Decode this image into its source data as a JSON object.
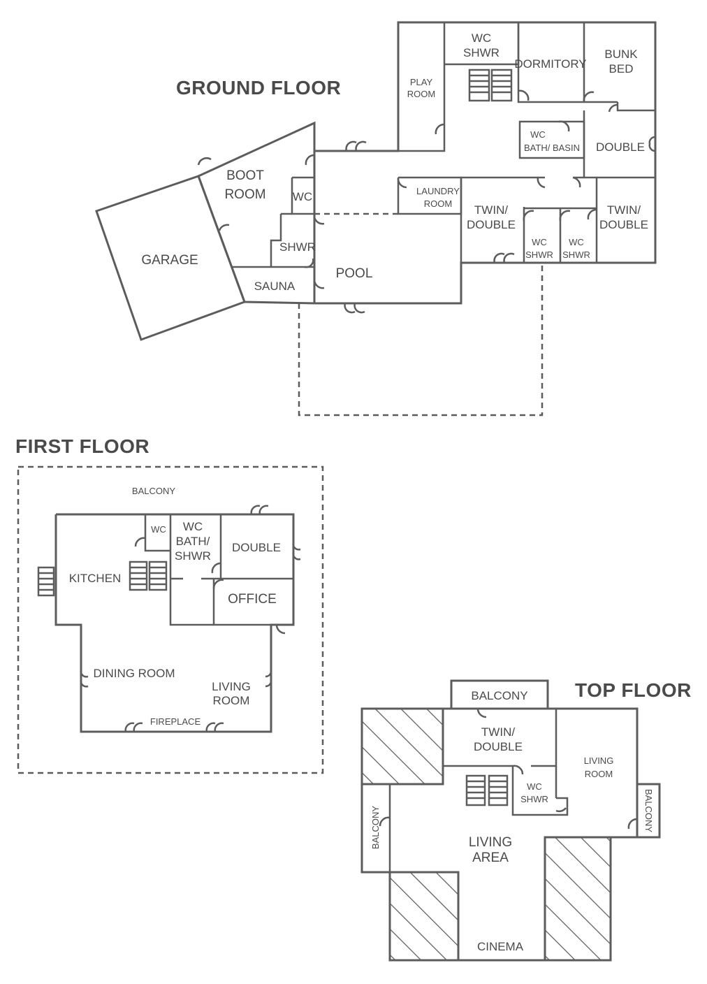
{
  "floors": {
    "ground": {
      "title": "GROUND FLOOR",
      "rooms": {
        "wc_shwr_1": "WC",
        "wc_shwr_2": "SHWR",
        "play_1": "PLAY",
        "play_2": "ROOM",
        "dormitory": "DORMITORY",
        "bunk_1": "BUNK",
        "bunk_2": "BED",
        "wc_bath_1": "WC",
        "wc_bath_2": "BATH/ BASIN",
        "double": "DOUBLE",
        "boot_1": "BOOT",
        "boot_2": "ROOM",
        "wc": "WC",
        "laundry_1": "LAUNDRY",
        "laundry_2": "ROOM",
        "twin_a_1": "TWIN/",
        "twin_a_2": "DOUBLE",
        "twin_b_1": "TWIN/",
        "twin_b_2": "DOUBLE",
        "garage": "GARAGE",
        "shwr": "SHWR",
        "pool": "POOL",
        "wc_a_1": "WC",
        "wc_a_2": "SHWR",
        "wc_b_1": "WC",
        "wc_b_2": "SHWR",
        "sauna": "SAUNA"
      }
    },
    "first": {
      "title": "FIRST FLOOR",
      "rooms": {
        "balcony": "BALCONY",
        "wc": "WC",
        "wc_bath_1": "WC",
        "wc_bath_2": "BATH/",
        "wc_bath_3": "SHWR",
        "double": "DOUBLE",
        "kitchen": "KITCHEN",
        "office": "OFFICE",
        "dining": "DINING ROOM",
        "living_1": "LIVING",
        "living_2": "ROOM",
        "fireplace": "FIREPLACE"
      }
    },
    "top": {
      "title": "TOP FLOOR",
      "rooms": {
        "balcony_top": "BALCONY",
        "twin_1": "TWIN/",
        "twin_2": "DOUBLE",
        "living_room_1": "LIVING",
        "living_room_2": "ROOM",
        "wc_shwr_1": "WC",
        "wc_shwr_2": "SHWR",
        "balcony_right": "BALCONY",
        "balcony_left": "BALCONY",
        "living_area_1": "LIVING",
        "living_area_2": "AREA",
        "cinema": "CINEMA"
      }
    }
  }
}
